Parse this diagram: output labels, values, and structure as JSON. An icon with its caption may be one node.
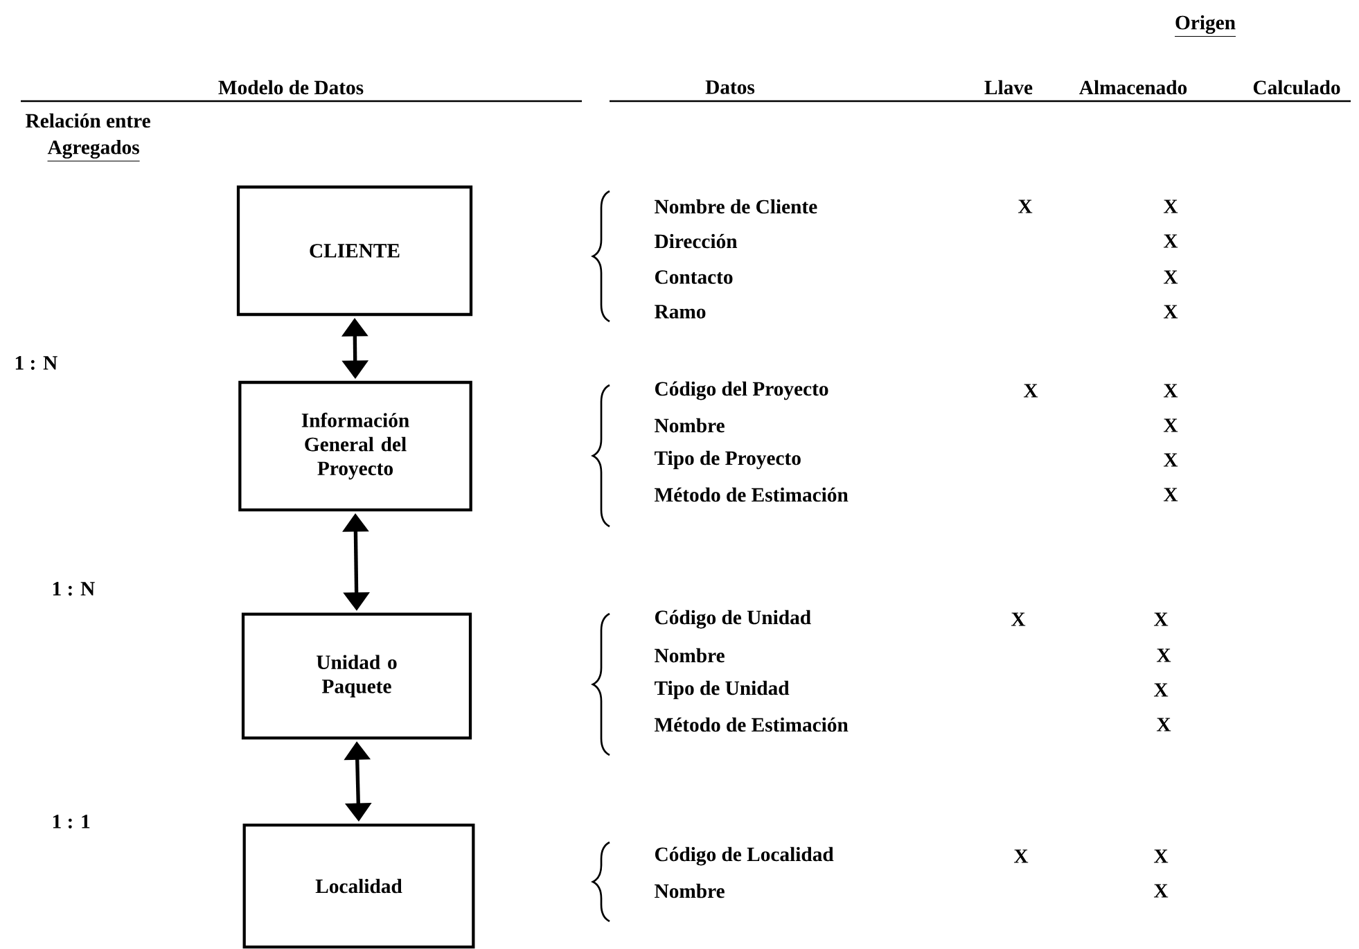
{
  "diagram": {
    "nodes": [
      {
        "text": [
          "CLIENTE"
        ]
      },
      {
        "text": [
          "Información General del Proyecto"
        ]
      },
      {
        "text": [
          "Unidad o Paquete"
        ]
      },
      {
        "text": [
          "Localidad"
        ]
      }
    ],
    "edges": [
      {
        "from": 0,
        "to": 1,
        "arrow": "both"
      },
      {
        "from": 1,
        "to": 2,
        "arrow": "both"
      },
      {
        "from": 2,
        "to": 3,
        "arrow": "both"
      }
    ],
    "labels": [
      "Origen",
      "Modelo de Datos",
      "Datos",
      "Llave",
      "Almacenado",
      "Calculado",
      "Relación entre",
      "Agregados",
      "Nombre de Cliente",
      "X",
      "X",
      "Dirección",
      "X",
      "Contacto",
      "X",
      "Ramo",
      "X",
      "1 : N",
      "Código del Proyecto",
      "X",
      "X",
      "Nombre",
      "X",
      "Tipo de Proyecto",
      "X",
      "Método de Estimación",
      "X",
      "1 : N",
      "Código de Unidad",
      "X",
      "X",
      "Nombre",
      "X",
      "Tipo de Unidad",
      "X",
      "Método de Estimación",
      "X",
      "1 : 1",
      "Código de Localidad",
      "X",
      "X",
      "Nombre",
      "X"
    ]
  }
}
